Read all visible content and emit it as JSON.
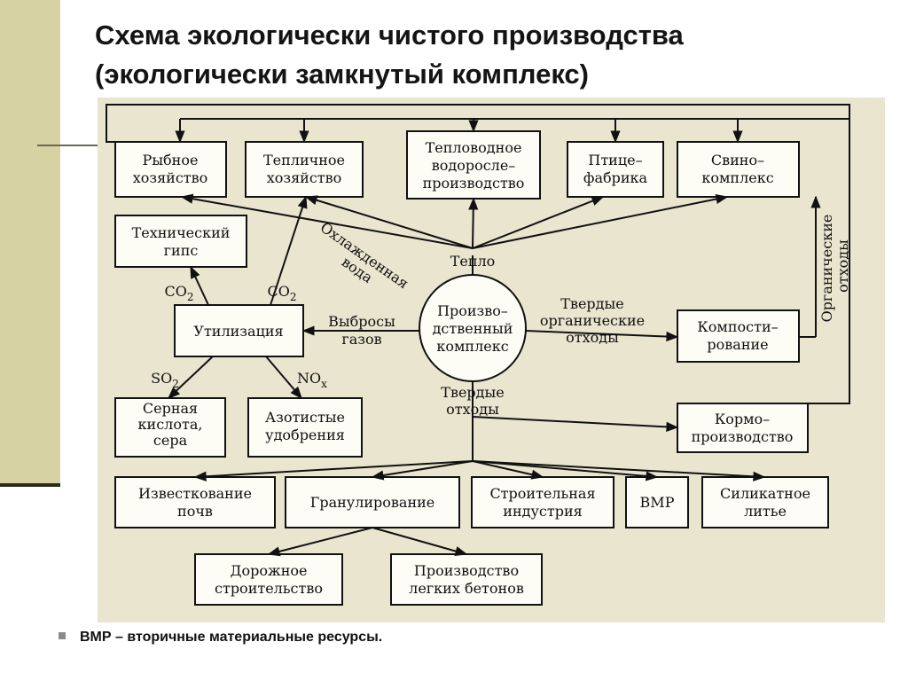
{
  "title": {
    "line1": "Схема экологически чистого производства",
    "line2": "(экологически замкнутый комплекс)"
  },
  "diagram": {
    "nodes": {
      "fish": [
        "Рыбное",
        "хозяйство"
      ],
      "greenhouse": [
        "Тепличное",
        "хозяйство"
      ],
      "algae": [
        "Тепловодное",
        "водоросле–",
        "производство"
      ],
      "poultry": [
        "Птице–",
        "фабрика"
      ],
      "pig": [
        "Свино–",
        "комплекс"
      ],
      "gypsum": [
        "Технический",
        "гипс"
      ],
      "utilization": [
        "Утилизация"
      ],
      "production": [
        "Произво–",
        "дственный",
        "комплекс"
      ],
      "compost": [
        "Компости–",
        "рование"
      ],
      "sulfur": [
        "Серная",
        "кислота,",
        "сера"
      ],
      "nitrogen": [
        "Азотистые",
        "удобрения"
      ],
      "feed": [
        "Кормо–",
        "производство"
      ],
      "liming": [
        "Известкование",
        "почв"
      ],
      "granulation": [
        "Гранулирование"
      ],
      "construction": [
        "Строительная",
        "индустрия"
      ],
      "vmr": [
        "ВМР"
      ],
      "silicate": [
        "Силикатное",
        "литье"
      ],
      "road": [
        "Дорожное",
        "строительство"
      ],
      "concrete": [
        "Производство",
        "легких бетонов"
      ]
    },
    "labels": {
      "heat": "Тепло",
      "cooled_water": [
        "Охлажденная",
        "вода"
      ],
      "organic_waste_vertical": [
        "Органические",
        "отходы"
      ],
      "co2_left": "CO",
      "co2_right": "CO",
      "co2_sub": "2",
      "emissions": [
        "Выбросы",
        "газов"
      ],
      "solid_organic": [
        "Твердые",
        "органические",
        "отходы"
      ],
      "so2": "SO",
      "so2_sub": "2",
      "nox": "NO",
      "nox_sub": "x",
      "solid_waste": [
        "Твердые",
        "отходы"
      ]
    }
  },
  "footnote": {
    "text": "ВМР – вторичные материальные ресурсы."
  }
}
